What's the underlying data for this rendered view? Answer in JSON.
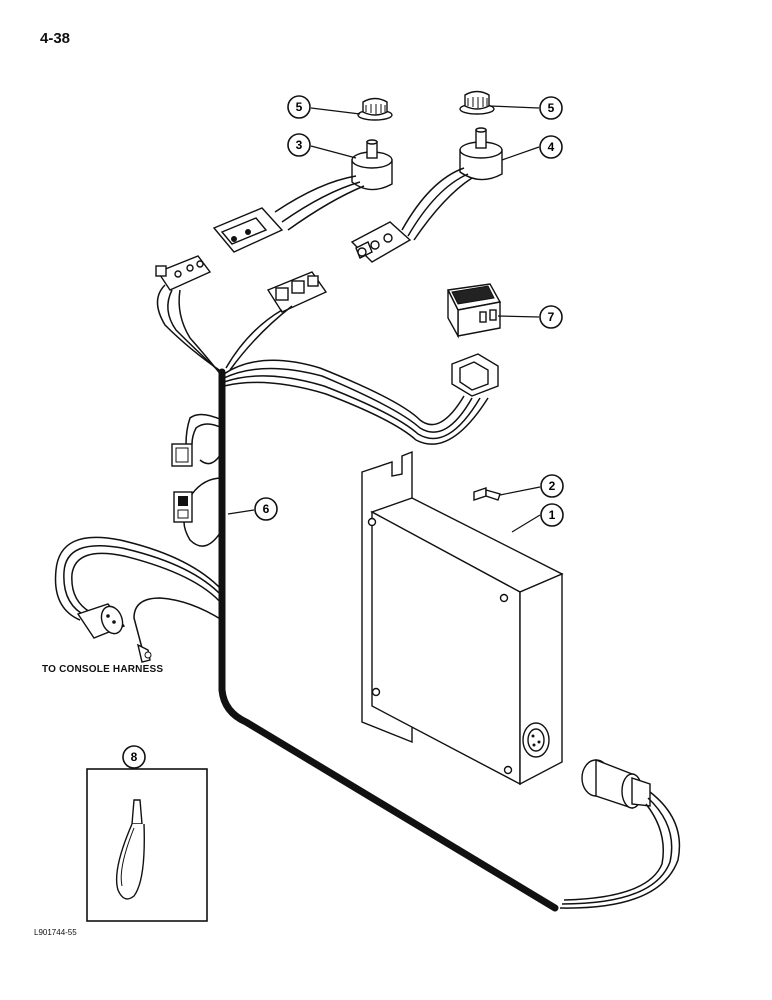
{
  "page_number": "4-38",
  "figure_code": "L901744-55",
  "harness_label": "TO CONSOLE HARNESS",
  "callouts": {
    "c1": "1",
    "c2": "2",
    "c3": "3",
    "c4": "4",
    "c5a": "5",
    "c5b": "5",
    "c6": "6",
    "c7": "7",
    "c8": "8"
  }
}
